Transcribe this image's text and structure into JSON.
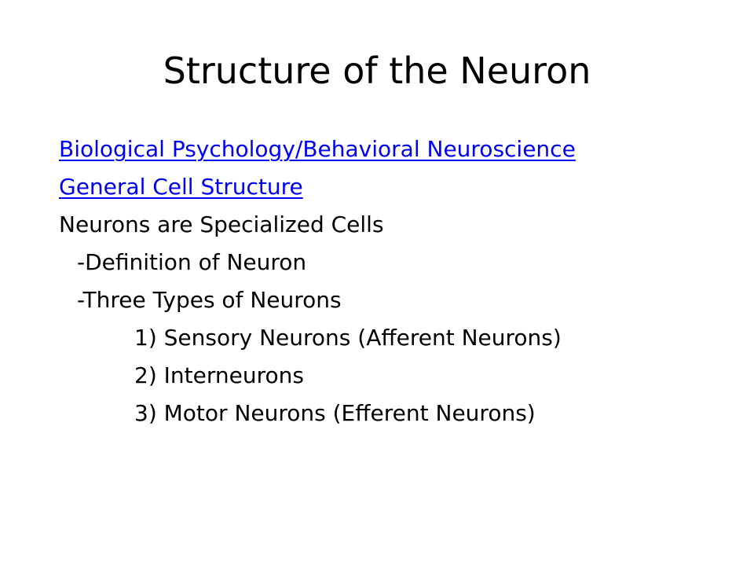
{
  "slide": {
    "title": "Structure of the Neuron",
    "links": [
      "Biological Psychology/Behavioral Neuroscience",
      "General Cell Structure"
    ],
    "lines": [
      "Neurons are Specialized Cells",
      "-Definition of Neuron",
      "-Three Types of Neurons",
      "1) Sensory Neurons (Afferent Neurons)",
      "2) Interneurons",
      "3) Motor Neurons (Efferent Neurons)"
    ]
  },
  "colors": {
    "link": "#0000ee",
    "text": "#000000",
    "background": "#ffffff"
  }
}
